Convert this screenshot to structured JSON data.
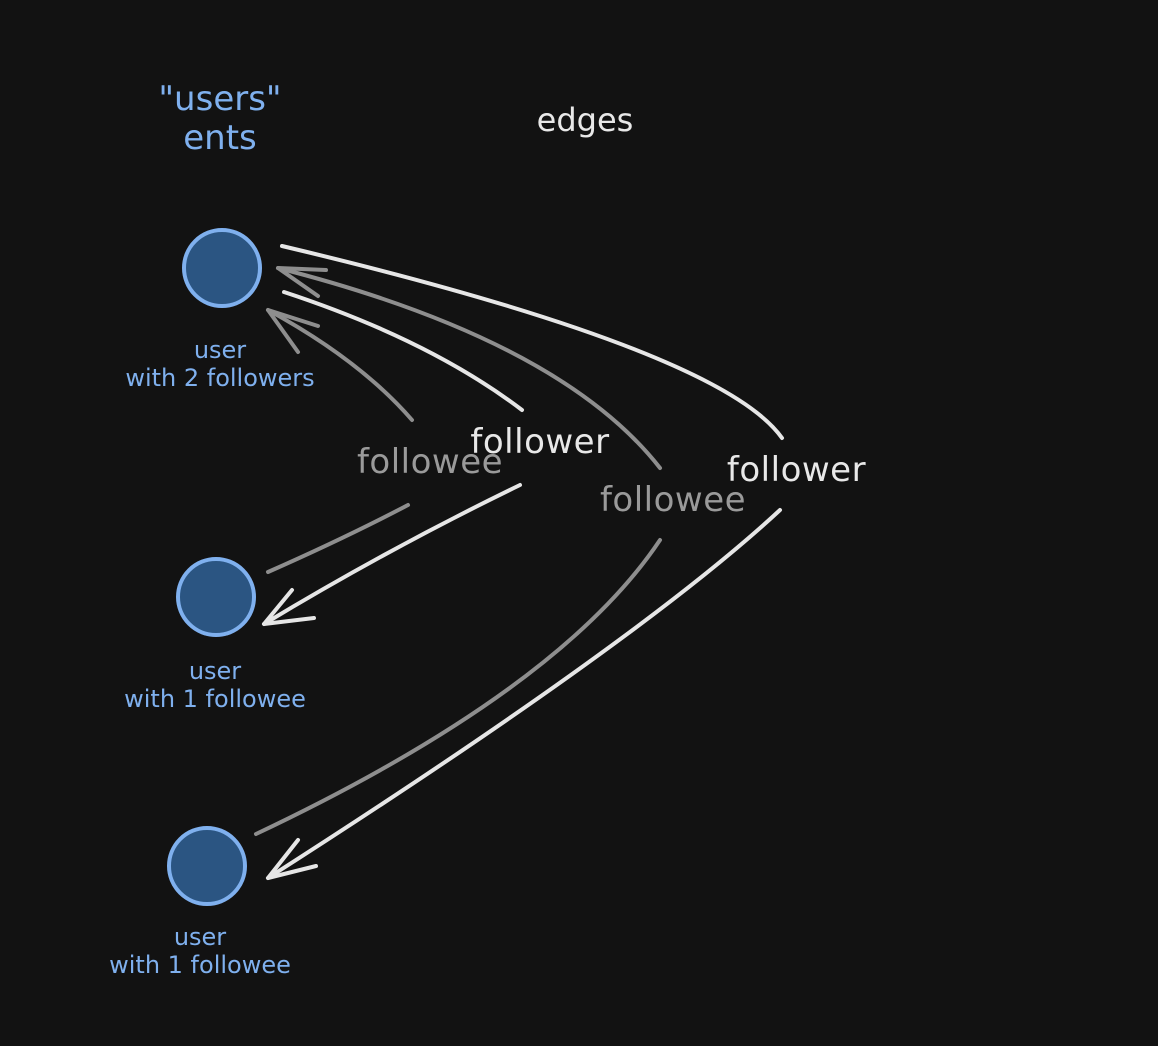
{
  "headings": {
    "users_title_line1": "\"users\"",
    "users_title_line2": "ents",
    "edges_title": "edges"
  },
  "nodes": [
    {
      "id": "user-1",
      "label_line1": "user",
      "label_line2": "with 2 followers"
    },
    {
      "id": "user-2",
      "label_line1": "user",
      "label_line2": "with 1 followee"
    },
    {
      "id": "user-3",
      "label_line1": "user",
      "label_line2": "with 1 followee"
    }
  ],
  "edges": [
    {
      "label": "followee",
      "from": "user-2",
      "to": "user-1",
      "color": "#8e8e8e"
    },
    {
      "label": "follower",
      "from": "user-1",
      "to": "user-2",
      "color": "#e6e6e6"
    },
    {
      "label": "followee",
      "from": "user-3",
      "to": "user-1",
      "color": "#8e8e8e"
    },
    {
      "label": "follower",
      "from": "user-1",
      "to": "user-3",
      "color": "#e6e6e6"
    }
  ],
  "colors": {
    "background": "#121212",
    "node_fill": "#2b5582",
    "node_stroke": "#7fb0ee",
    "label_blue": "#7fb0ee",
    "follower_line": "#e6e6e6",
    "followee_line": "#8e8e8e"
  }
}
